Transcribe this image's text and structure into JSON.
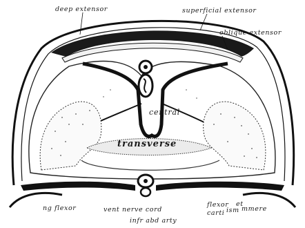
{
  "figure": {
    "labels": {
      "deep_extensor": "deep extensor",
      "superficial_extensor": "superficial extensor",
      "oblique_extensor": "oblique extensor",
      "central": "central",
      "transverse": "transverse",
      "flexor_left": "ng flexor",
      "vent_nerve_cord": "vent nerve cord",
      "infr_abd_arty": "infr abd arty",
      "flexor_right_1": "flexor",
      "flexor_right_2": "carti",
      "flexor_right_3": "ism",
      "flexor_right_4": "et",
      "flexor_right_5": "mmere"
    }
  }
}
